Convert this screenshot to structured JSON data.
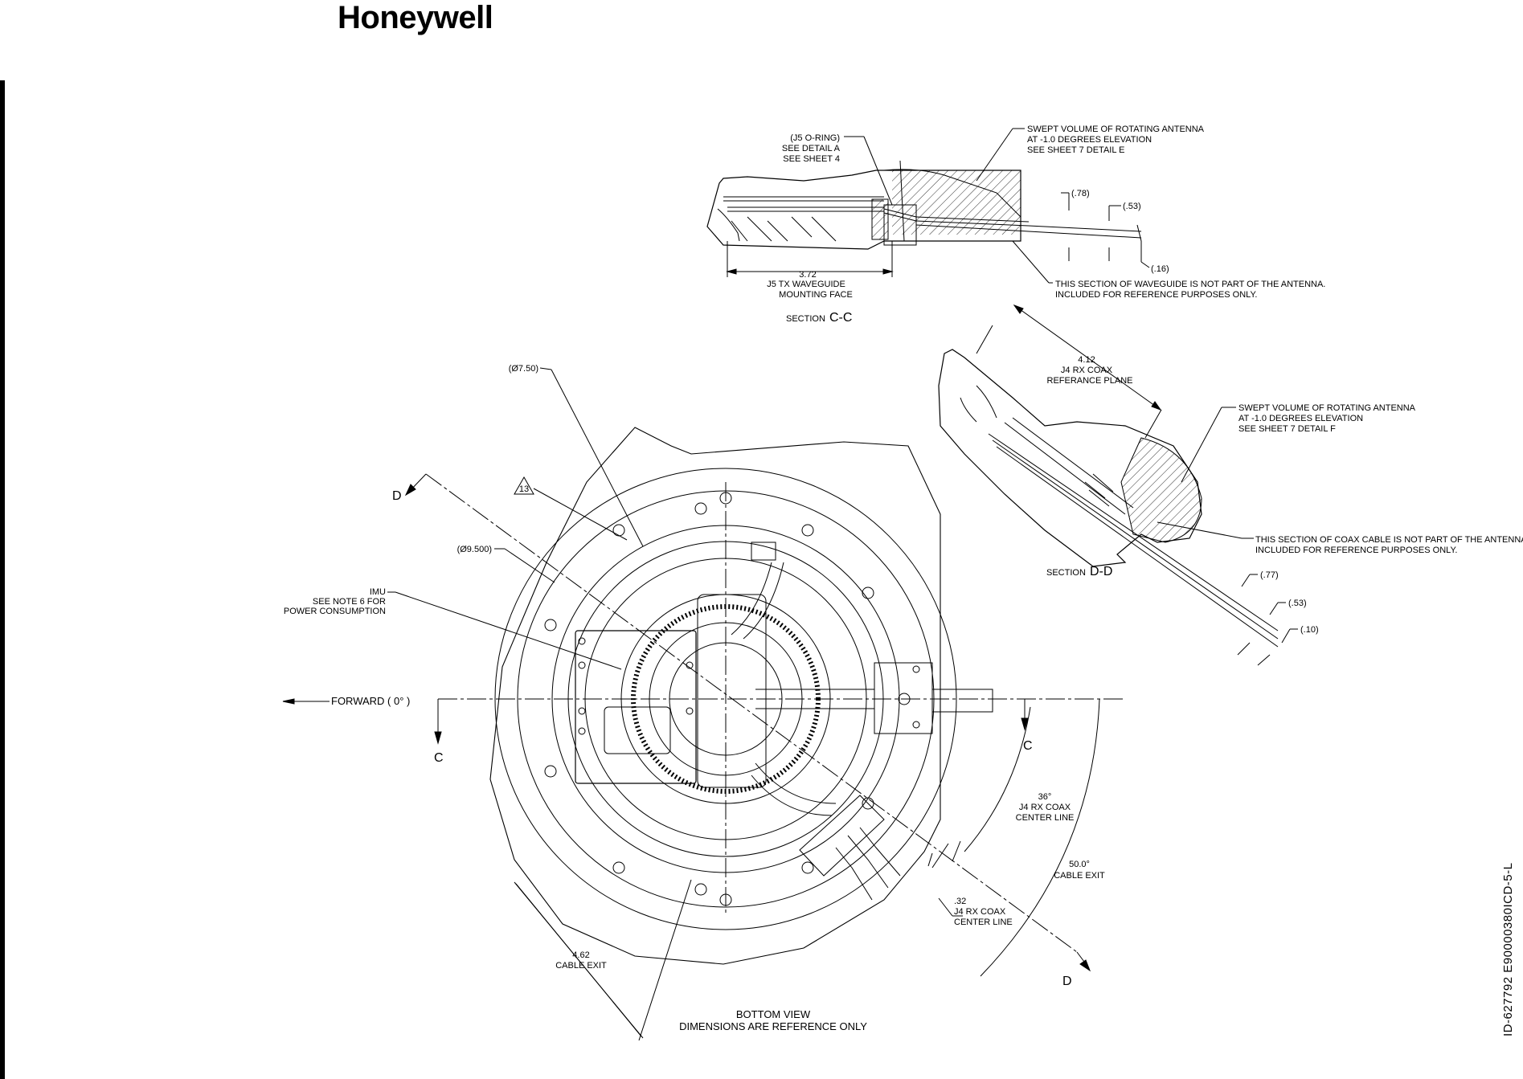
{
  "header": {
    "brand": "Honeywell"
  },
  "document": {
    "id_text": "ID-627792   E90000380ICD-5-L"
  },
  "section_cc": {
    "title_prefix": "SECTION",
    "title_letter": "C-C",
    "callout_jring": [
      "(J5 O-RING)",
      "SEE DETAIL A",
      "SEE SHEET 4"
    ],
    "callout_swept": [
      "SWEPT VOLUME OF ROTATING ANTENNA",
      "AT -1.0 DEGREES ELEVATION",
      "SEE SHEET 7 DETAIL E"
    ],
    "dim_78": "(.78)",
    "dim_53": "(.53)",
    "dim_16": "(.16)",
    "dim_372": "3.72",
    "waveguide_label": [
      "J5 TX  WAVEGUIDE",
      "MOUNTING FACE"
    ],
    "note": [
      "THIS SECTION OF WAVEGUIDE IS NOT PART OF THE ANTENNA.",
      "INCLUDED FOR REFERENCE PURPOSES ONLY."
    ]
  },
  "section_dd": {
    "title_prefix": "SECTION",
    "title_letter": "D-D",
    "dim_412": [
      "4.12",
      "J4 RX COAX",
      "REFERANCE PLANE"
    ],
    "callout_swept": [
      "SWEPT VOLUME OF ROTATING ANTENNA",
      "AT -1.0 DEGREES ELEVATION",
      "SEE SHEET 7 DETAIL F"
    ],
    "note": [
      "THIS SECTION OF COAX CABLE IS NOT PART OF THE ANTENNA.",
      "INCLUDED FOR REFERENCE PURPOSES ONLY."
    ],
    "dim_77": "(.77)",
    "dim_53": "(.53)",
    "dim_10": "(.10)"
  },
  "bottom_view": {
    "dia_750": "(Ø7.50)",
    "dia_9500": "(Ø9.500)",
    "note_13": "13",
    "imu": [
      "IMU",
      "SEE NOTE 6 FOR",
      "POWER CONSUMPTION"
    ],
    "forward": "FORWARD ( 0° )",
    "letter_d": "D",
    "letter_c": "C",
    "angle_36": [
      "36°",
      "J4 RX COAX",
      "CENTER LINE"
    ],
    "angle_50": [
      "50.0°",
      "CABLE EXIT"
    ],
    "dim_32": [
      ".32",
      "J4 RX COAX",
      "CENTER LINE"
    ],
    "dim_462": [
      "4.62",
      "CABLE EXIT"
    ],
    "title": [
      "BOTTOM VIEW",
      "DIMENSIONS ARE REFERENCE ONLY"
    ]
  }
}
